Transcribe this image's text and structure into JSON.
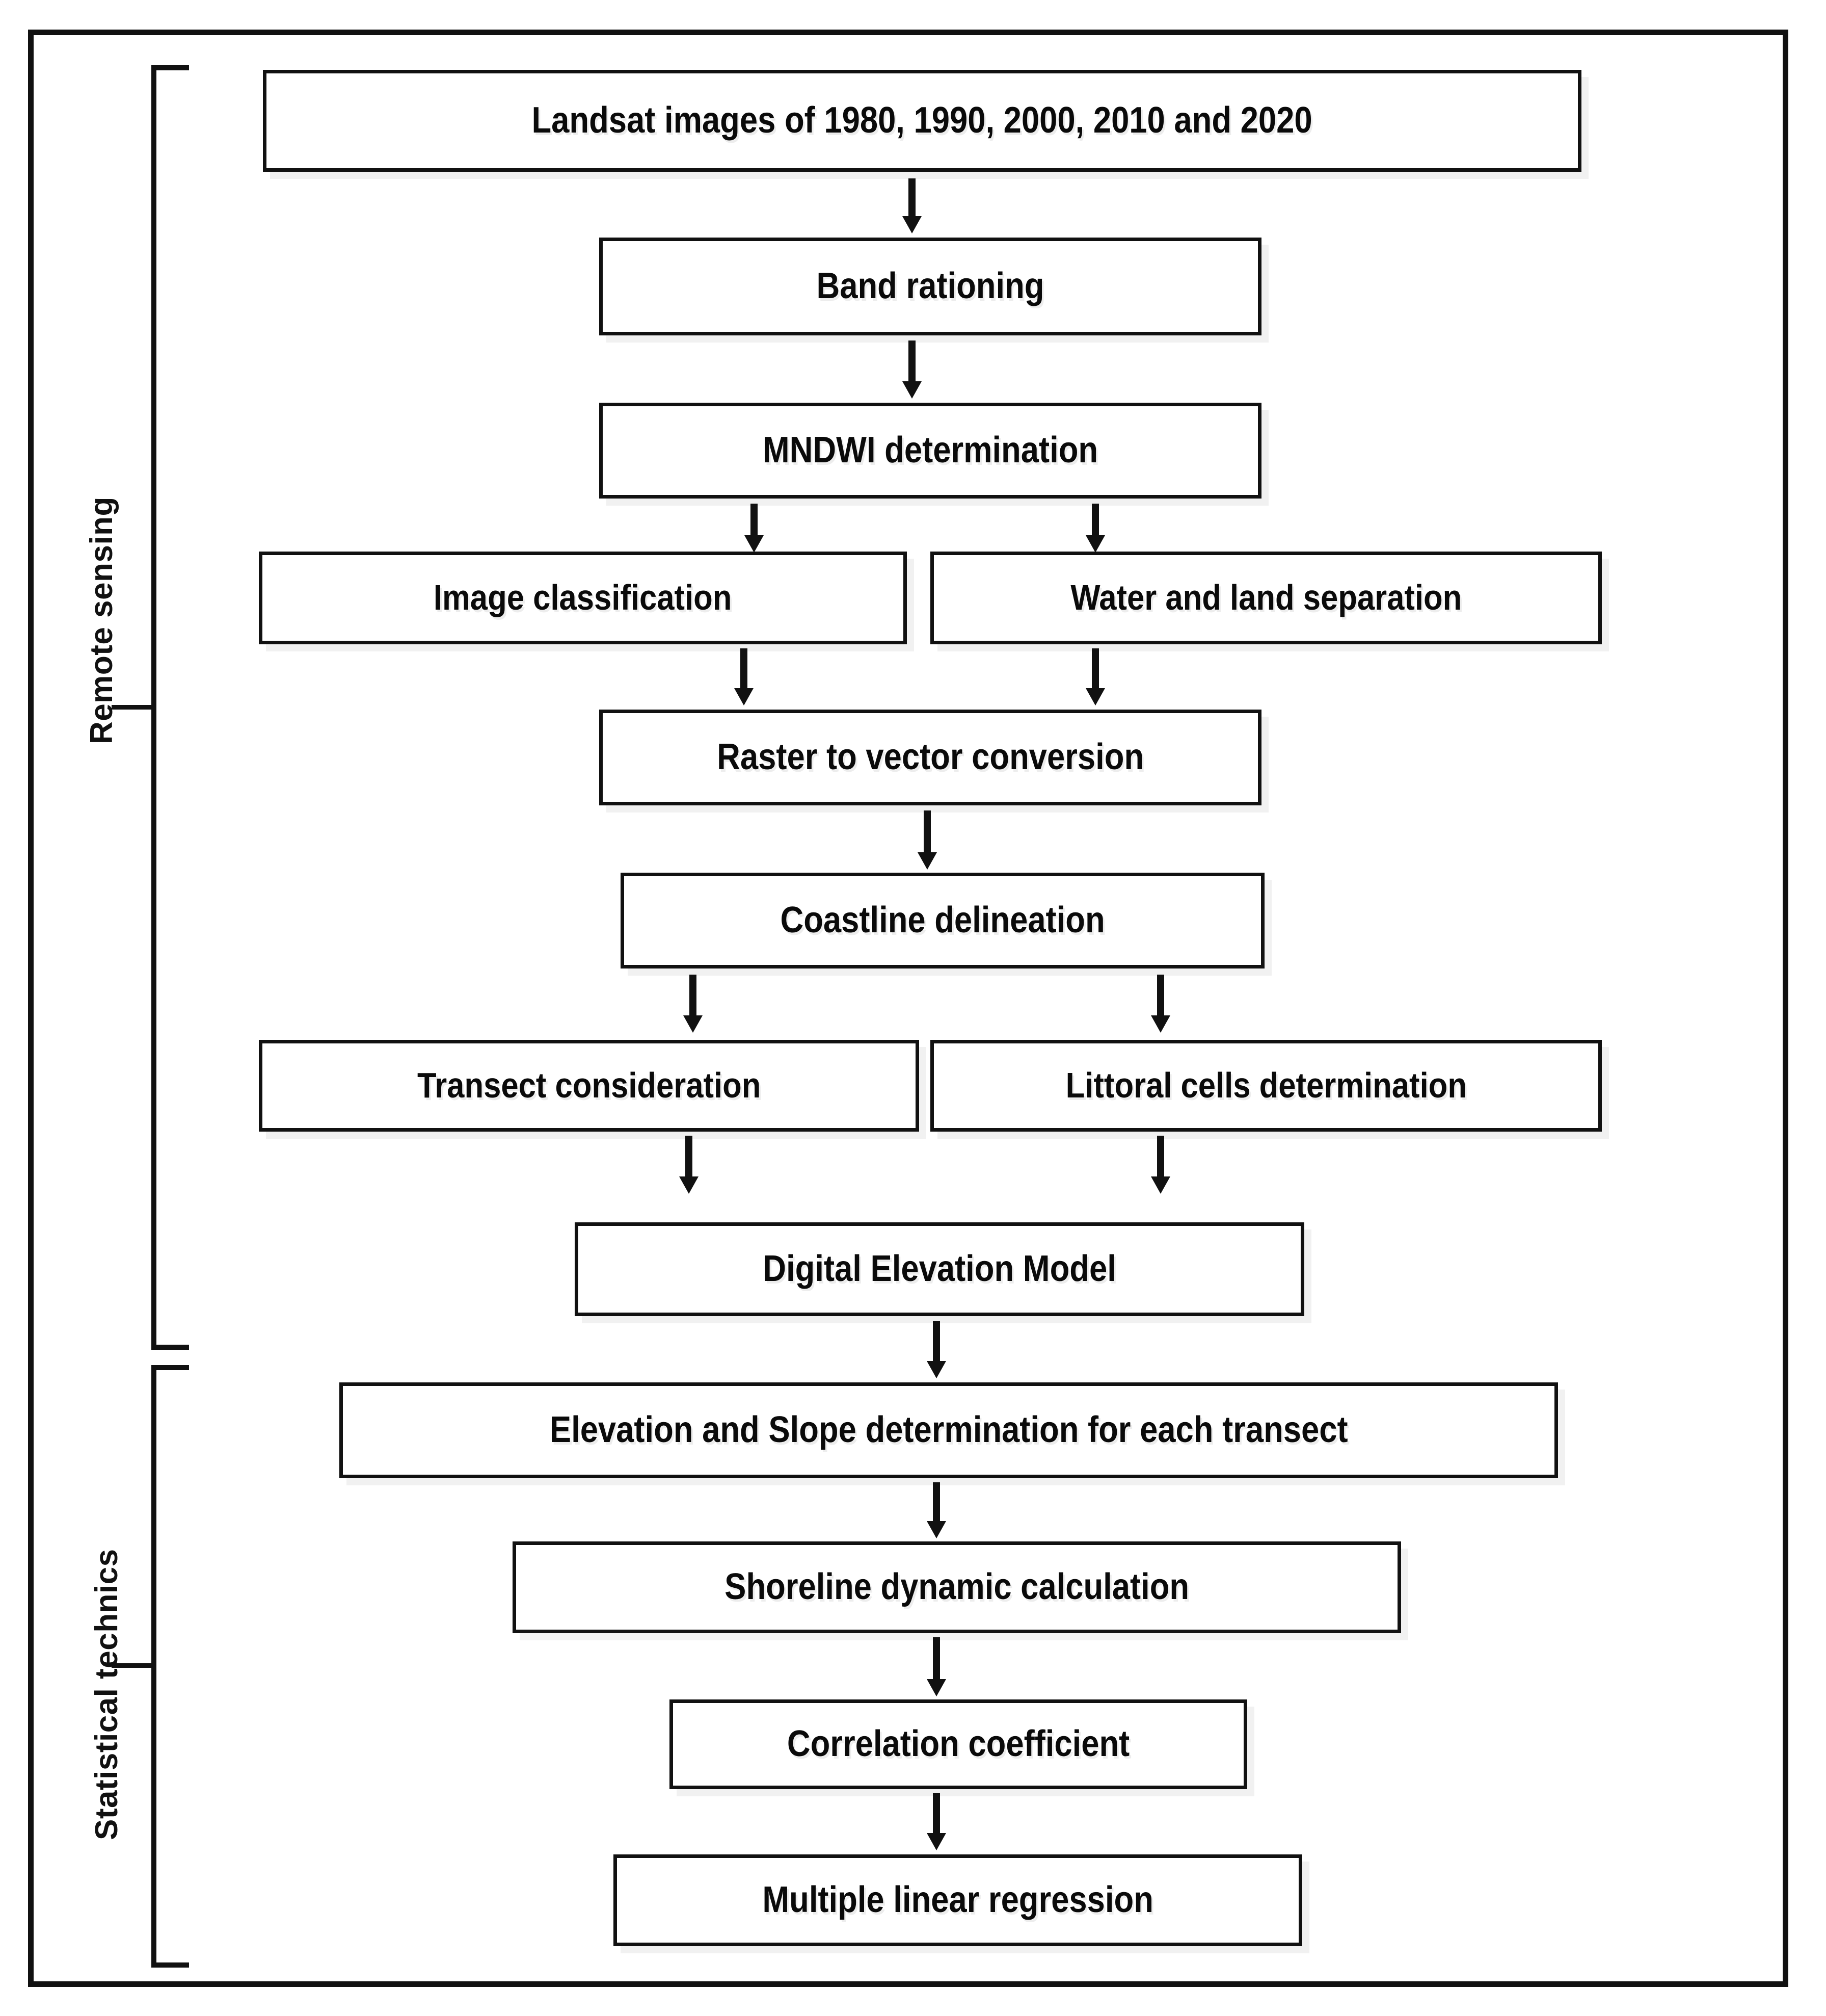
{
  "figure": {
    "type": "flowchart",
    "orientation": "top-to-bottom",
    "title_present": false
  },
  "groups": [
    {
      "id": "remote-sensing",
      "label": "Remote sensing"
    },
    {
      "id": "statistical-technics",
      "label": "Statistical technics"
    }
  ],
  "nodes": [
    {
      "id": "landsat-images",
      "label": "Landsat images of 1980, 1990, 2000, 2010 and 2020",
      "group": "remote-sensing"
    },
    {
      "id": "band-rationing",
      "label": "Band rationing",
      "group": "remote-sensing"
    },
    {
      "id": "mndwi-determination",
      "label": "MNDWI determination",
      "group": "remote-sensing"
    },
    {
      "id": "image-classification",
      "label": "Image classification",
      "group": "remote-sensing"
    },
    {
      "id": "water-land-separation",
      "label": "Water and land separation",
      "group": "remote-sensing"
    },
    {
      "id": "raster-to-vector",
      "label": "Raster to vector conversion",
      "group": "remote-sensing"
    },
    {
      "id": "coastline-delineation",
      "label": "Coastline delineation",
      "group": "remote-sensing"
    },
    {
      "id": "transect-consideration",
      "label": "Transect consideration",
      "group": "remote-sensing"
    },
    {
      "id": "littoral-cells",
      "label": "Littoral cells determination",
      "group": "remote-sensing"
    },
    {
      "id": "digital-elevation-model",
      "label": "Digital Elevation Model",
      "group": "remote-sensing"
    },
    {
      "id": "elevation-slope",
      "label": "Elevation and Slope determination for each transect",
      "group": "statistical-technics"
    },
    {
      "id": "shoreline-dynamic",
      "label": "Shoreline dynamic calculation",
      "group": "statistical-technics"
    },
    {
      "id": "correlation-coefficient",
      "label": "Correlation coefficient",
      "group": "statistical-technics"
    },
    {
      "id": "multiple-linear-regression",
      "label": "Multiple linear regression",
      "group": "statistical-technics"
    }
  ],
  "edges": [
    {
      "from": "landsat-images",
      "to": "band-rationing"
    },
    {
      "from": "band-rationing",
      "to": "mndwi-determination"
    },
    {
      "from": "mndwi-determination",
      "to": "image-classification"
    },
    {
      "from": "mndwi-determination",
      "to": "water-land-separation"
    },
    {
      "from": "image-classification",
      "to": "raster-to-vector"
    },
    {
      "from": "water-land-separation",
      "to": "raster-to-vector"
    },
    {
      "from": "raster-to-vector",
      "to": "coastline-delineation"
    },
    {
      "from": "coastline-delineation",
      "to": "transect-consideration"
    },
    {
      "from": "coastline-delineation",
      "to": "littoral-cells"
    },
    {
      "from": "transect-consideration",
      "to": "digital-elevation-model"
    },
    {
      "from": "littoral-cells",
      "to": "digital-elevation-model"
    },
    {
      "from": "digital-elevation-model",
      "to": "elevation-slope"
    },
    {
      "from": "elevation-slope",
      "to": "shoreline-dynamic"
    },
    {
      "from": "shoreline-dynamic",
      "to": "correlation-coefficient"
    },
    {
      "from": "correlation-coefficient",
      "to": "multiple-linear-regression"
    }
  ],
  "colors": {
    "border": "#111111",
    "background": "#ffffff",
    "text": "#0a0a0a",
    "shadow": "rgba(0,0,0,0.06)"
  }
}
